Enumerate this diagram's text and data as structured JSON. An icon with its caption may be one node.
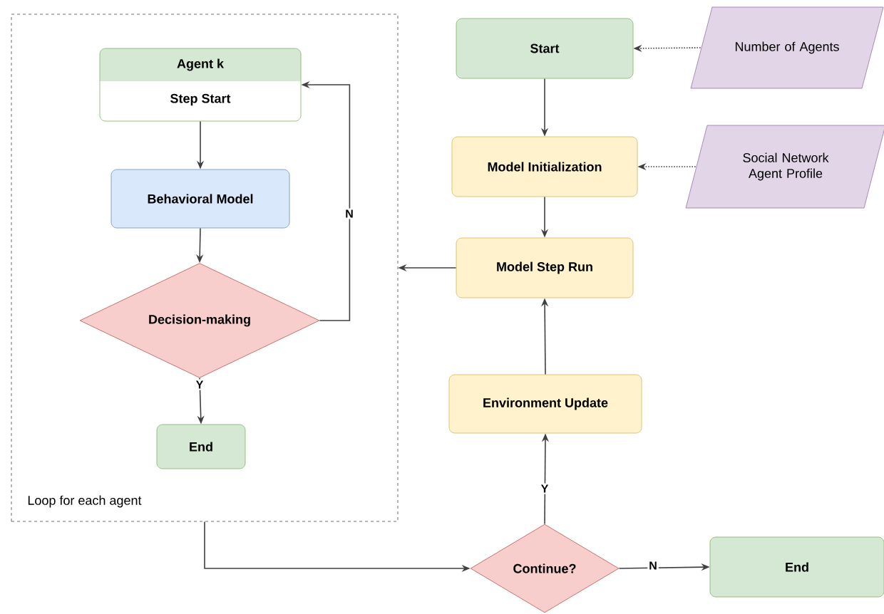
{
  "diagram": {
    "nodes": [
      {
        "text": [
          "Loop for each agent"
        ]
      },
      {
        "text": [
          "Agent k",
          "Step Start"
        ],
        "in": 0
      },
      {
        "text": [
          "Behavioral Model"
        ],
        "in": 0
      },
      {
        "text": [
          "Decision-making"
        ],
        "in": 0
      },
      {
        "text": [
          "End"
        ],
        "in": 0
      },
      {
        "text": [
          "Start"
        ]
      },
      {
        "text": [
          "Number of Agents"
        ]
      },
      {
        "text": [
          "Model Initialization"
        ]
      },
      {
        "text": [
          "Social Network Agent Profile"
        ]
      },
      {
        "text": [
          "Model Step Run"
        ]
      },
      {
        "text": [
          "Environment Update"
        ]
      },
      {
        "text": [
          "Continue?"
        ]
      },
      {
        "text": [
          "End"
        ]
      }
    ],
    "edges": [
      {
        "from": 1,
        "to": 2,
        "arrow": "to"
      },
      {
        "from": 2,
        "to": 3,
        "arrow": "to"
      },
      {
        "from": 3,
        "to": 1,
        "arrow": "to",
        "label": "N"
      },
      {
        "from": 3,
        "to": 4,
        "arrow": "to",
        "label": "Y"
      },
      {
        "from": 6,
        "to": 5,
        "arrow": "to",
        "style": "dashed"
      },
      {
        "from": 5,
        "to": 7,
        "arrow": "to"
      },
      {
        "from": 8,
        "to": 7,
        "arrow": "to",
        "style": "dashed"
      },
      {
        "from": 7,
        "to": 9,
        "arrow": "to"
      },
      {
        "from": 9,
        "to": 0,
        "arrow": "to"
      },
      {
        "from": 10,
        "to": 9,
        "arrow": "to"
      },
      {
        "from": 11,
        "to": 10,
        "arrow": "to",
        "label": "Y"
      },
      {
        "from": 0,
        "to": 11,
        "arrow": "to"
      },
      {
        "from": 11,
        "to": 12,
        "arrow": "to",
        "label": "N"
      }
    ]
  }
}
